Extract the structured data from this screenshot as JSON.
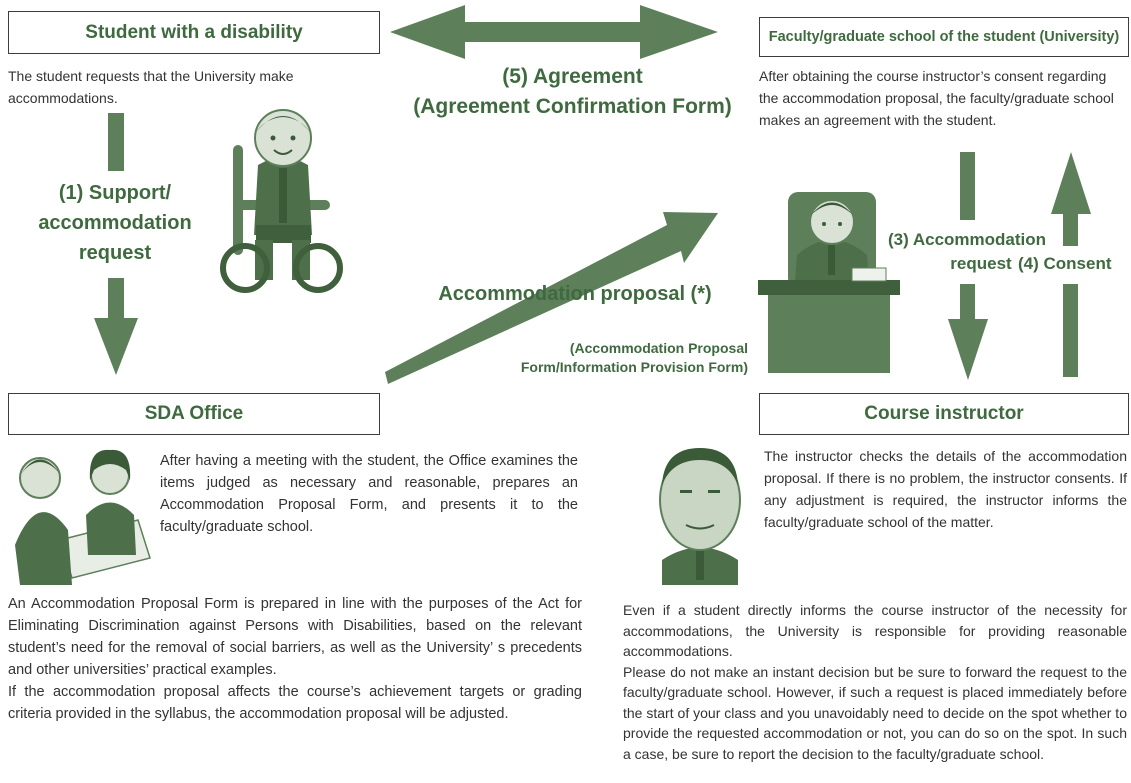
{
  "boxes": {
    "student": "Student with a disability",
    "faculty": "Faculty/graduate school of the student (University)",
    "sda": "SDA Office",
    "instructor": "Course instructor"
  },
  "texts": {
    "student_request": "The student requests that the University make accommodations.",
    "faculty_agreement": "After obtaining the course instructor’s consent regarding the accommodation proposal, the faculty/graduate school makes an agreement with the student.",
    "sda_meeting": "After having a meeting with the student, the Office examines the items judged as necessary and reasonable, prepares an Accommodation Proposal Form, and presents it to the faculty/graduate school.",
    "sda_form_p1": "An Accommodation Proposal Form is prepared in line with the purposes of the Act for Eliminating Discrimination against Persons with Disabilities, based on the relevant student’s need for the removal of social barriers, as well as the University’ s precedents and other universities’ practical examples.",
    "sda_form_p2": "If the accommodation proposal affects the course’s achievement targets or grading criteria provided in the syllabus, the accommodation proposal will be adjusted.",
    "instructor_check": "The instructor checks the details of the accommodation proposal. If there is no problem, the instructor consents. If any adjustment is required, the instructor informs the faculty/graduate school of the matter.",
    "instructor_note_p1": "Even if a student directly informs the course instructor of the necessity for accommodations, the University is responsible for providing reasonable accommodations.",
    "instructor_note_p2": "Please do not make an instant decision but be sure to forward the request to the faculty/graduate school. However, if such a request is placed immediately before the start of your class and you unavoidably need to decide on the spot whether to provide the requested accommodation or not, you can do so on the spot. In such a case, be sure to report the decision to the faculty/graduate school."
  },
  "labels": {
    "agreement_l1": "(5) Agreement",
    "agreement_l2": "(Agreement Confirmation Form)",
    "support_l1": "(1) Support/",
    "support_l2": "accommodation",
    "support_l3": "request",
    "proposal": "Accommodation proposal (*)",
    "proposal_form_l1": "(Accommodation Proposal",
    "proposal_form_l2": "Form/Information Provision Form)",
    "accom_req_l1": "(3) Accommodation",
    "accom_req_l2": "request",
    "consent": "(4) Consent"
  },
  "colors": {
    "arrow": "#5d7f5a",
    "label": "#3f6a3f",
    "illustration": "#5d7f5a"
  }
}
